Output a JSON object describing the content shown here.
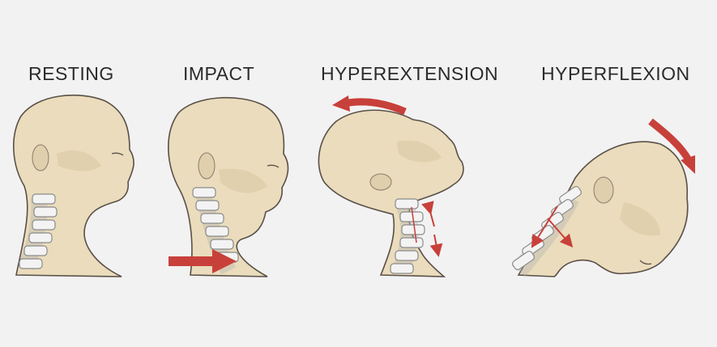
{
  "panels": [
    {
      "id": "resting",
      "label": "RESTING"
    },
    {
      "id": "impact",
      "label": "IMPACT"
    },
    {
      "id": "hyperextension",
      "label": "HYPEREXTENSION"
    },
    {
      "id": "hyperflexion",
      "label": "HYPERFLEXION"
    }
  ],
  "colors": {
    "background": "#f2f2f2",
    "skin": "#eadcbc",
    "skin_outline": "#5a5048",
    "shading": "#d9c9a5",
    "vertebra": "#f3f3f3",
    "vertebra_outline": "#8a8a8a",
    "arrow": "#c8403a"
  },
  "icons": {
    "arrow": "red-arrow-icon",
    "spine": "cervical-spine-icon"
  }
}
